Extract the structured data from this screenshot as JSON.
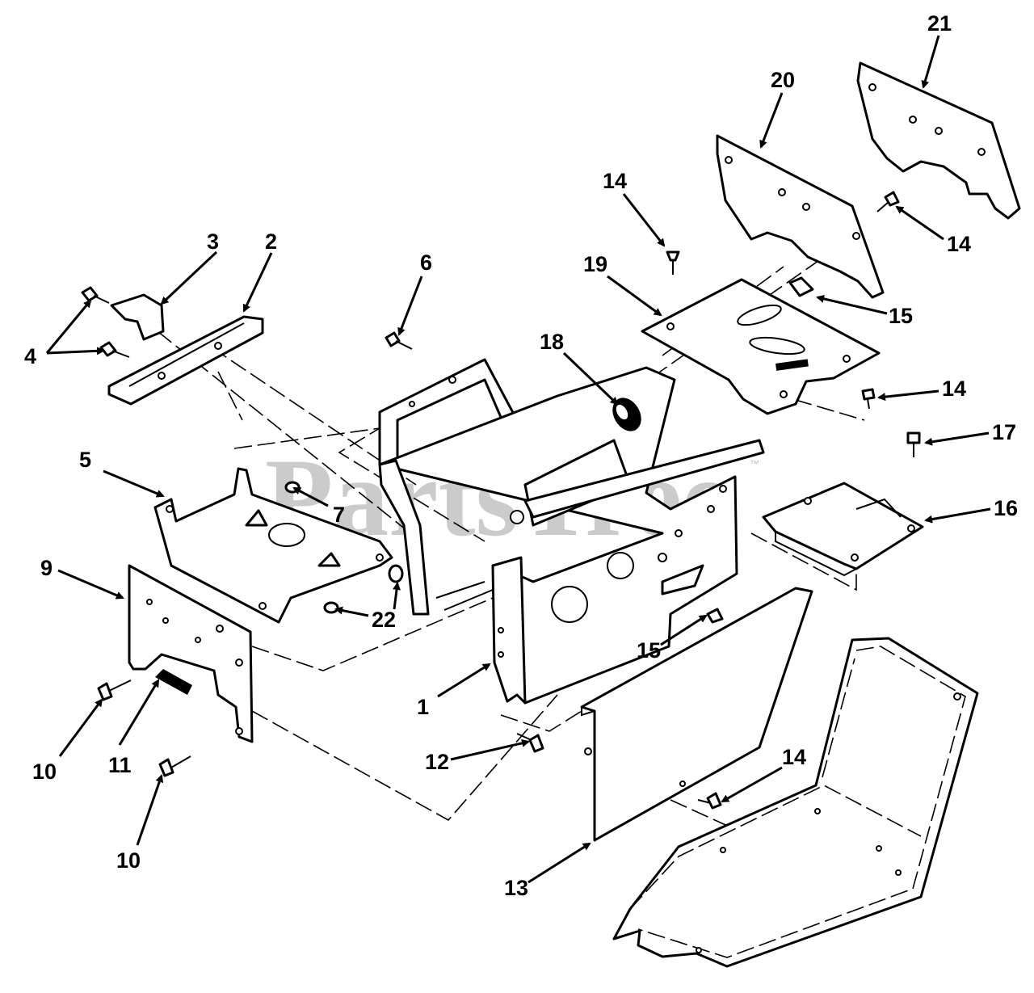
{
  "watermark": {
    "text": "PartsTree",
    "trademark": "™"
  },
  "callouts": {
    "c1": "1",
    "c2": "2",
    "c3": "3",
    "c4": "4",
    "c5": "5",
    "c6": "6",
    "c7": "7",
    "c9": "9",
    "c10a": "10",
    "c10b": "10",
    "c11": "11",
    "c12": "12",
    "c13": "13",
    "c14a": "14",
    "c14b": "14",
    "c14c": "14",
    "c14d": "14",
    "c15a": "15",
    "c15b": "15",
    "c16": "16",
    "c17": "17",
    "c18": "18",
    "c19": "19",
    "c20": "20",
    "c21": "21",
    "c22": "22"
  }
}
